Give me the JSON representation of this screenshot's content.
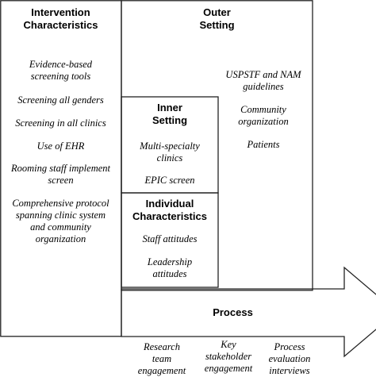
{
  "colors": {
    "stroke": "#222222",
    "text": "#000000",
    "background": "#ffffff"
  },
  "intervention": {
    "title": "Intervention\nCharacteristics",
    "items": [
      "Evidence-based\nscreening tools",
      "Screening all genders",
      "Screening in all clinics",
      "Use of EHR",
      "Rooming staff implement\nscreen",
      "Comprehensive protocol\nspanning clinic system\nand  community\norganization"
    ]
  },
  "outer": {
    "title": "Outer\nSetting",
    "items": [
      "USPSTF and NAM\nguidelines",
      "Community\norganization",
      "Patients"
    ]
  },
  "inner": {
    "title": "Inner\nSetting",
    "items": [
      "Multi-specialty\nclinics",
      "EPIC screen"
    ]
  },
  "individual": {
    "title": "Individual\nCharacteristics",
    "items": [
      "Staff attitudes",
      "Leadership\nattitudes"
    ]
  },
  "process": {
    "title": "Process",
    "items": [
      "Research\nteam\nengagement",
      "Key\nstakeholder\nengagement",
      "Process\nevaluation\ninterviews"
    ]
  }
}
